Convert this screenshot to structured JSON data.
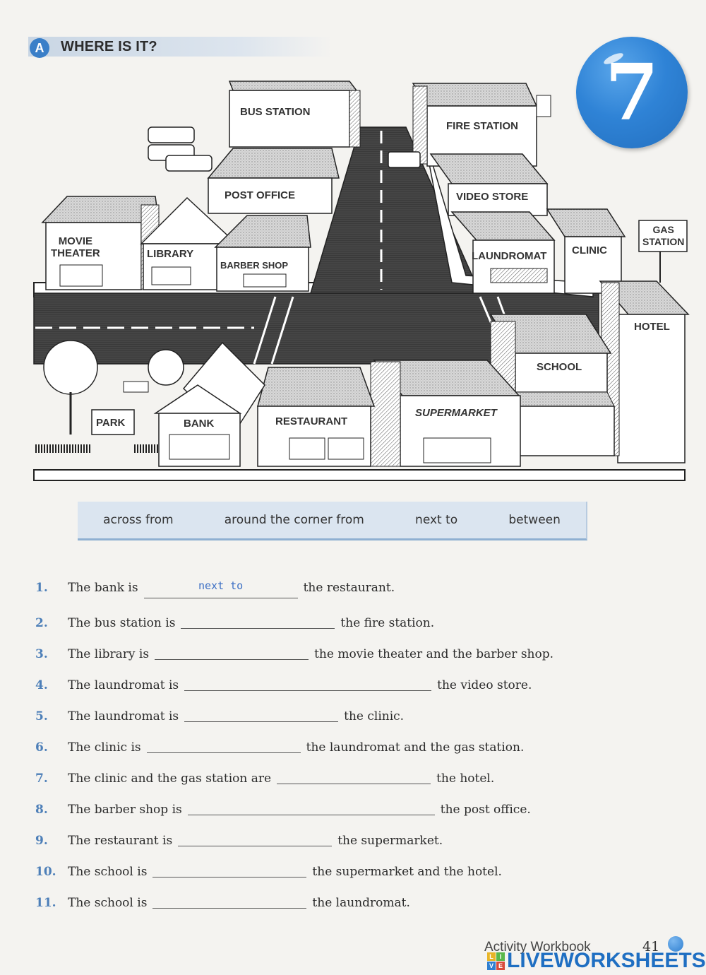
{
  "section": {
    "letter": "A",
    "title": "WHERE IS IT?",
    "unit_number": "7",
    "accent_color": "#3a7fc8"
  },
  "map": {
    "buildings": {
      "bus_station": "BUS STATION",
      "fire_station": "FIRE STATION",
      "post_office": "POST OFFICE",
      "video_store": "VIDEO STORE",
      "movie_theater": "MOVIE\nTHEATER",
      "library": "LIBRARY",
      "barber_shop": "BARBER SHOP",
      "laundromat": "LAUNDROMAT",
      "clinic": "CLINIC",
      "gas_station": "GAS\nSTATION",
      "hotel": "HOTEL",
      "school": "SCHOOL",
      "park": "PARK",
      "bank": "BANK",
      "restaurant": "RESTAURANT",
      "supermarket": "SUPERMARKET"
    }
  },
  "word_bank": [
    "across from",
    "around the corner from",
    "next to",
    "between"
  ],
  "sentences": [
    {
      "num": "1.",
      "before": "The bank is",
      "answer": "next to",
      "after": "the restaurant."
    },
    {
      "num": "2.",
      "before": "The bus station is",
      "answer": "",
      "after": "the fire station."
    },
    {
      "num": "3.",
      "before": "The library is",
      "answer": "",
      "after": "the movie theater and the barber shop."
    },
    {
      "num": "4.",
      "before": "The laundromat is",
      "answer": "",
      "after": "the video store."
    },
    {
      "num": "5.",
      "before": "The laundromat is",
      "answer": "",
      "after": "the clinic."
    },
    {
      "num": "6.",
      "before": "The clinic is",
      "answer": "",
      "after": "the laundromat and the gas station."
    },
    {
      "num": "7.",
      "before": "The clinic and the gas station are",
      "answer": "",
      "after": "the hotel."
    },
    {
      "num": "8.",
      "before": "The barber shop is",
      "answer": "",
      "after": "the post office."
    },
    {
      "num": "9.",
      "before": "The restaurant is",
      "answer": "",
      "after": "the supermarket."
    },
    {
      "num": "10.",
      "before": "The school is",
      "answer": "",
      "after": "the supermarket and the hotel."
    },
    {
      "num": "11.",
      "before": "The school is",
      "answer": "",
      "after": "the laundromat."
    }
  ],
  "footer": {
    "book": "Activity Workbook",
    "page": "41",
    "watermark": "LIVEWORKSHEETS",
    "watermark_letters": [
      "L",
      "I",
      "V",
      "E"
    ]
  }
}
